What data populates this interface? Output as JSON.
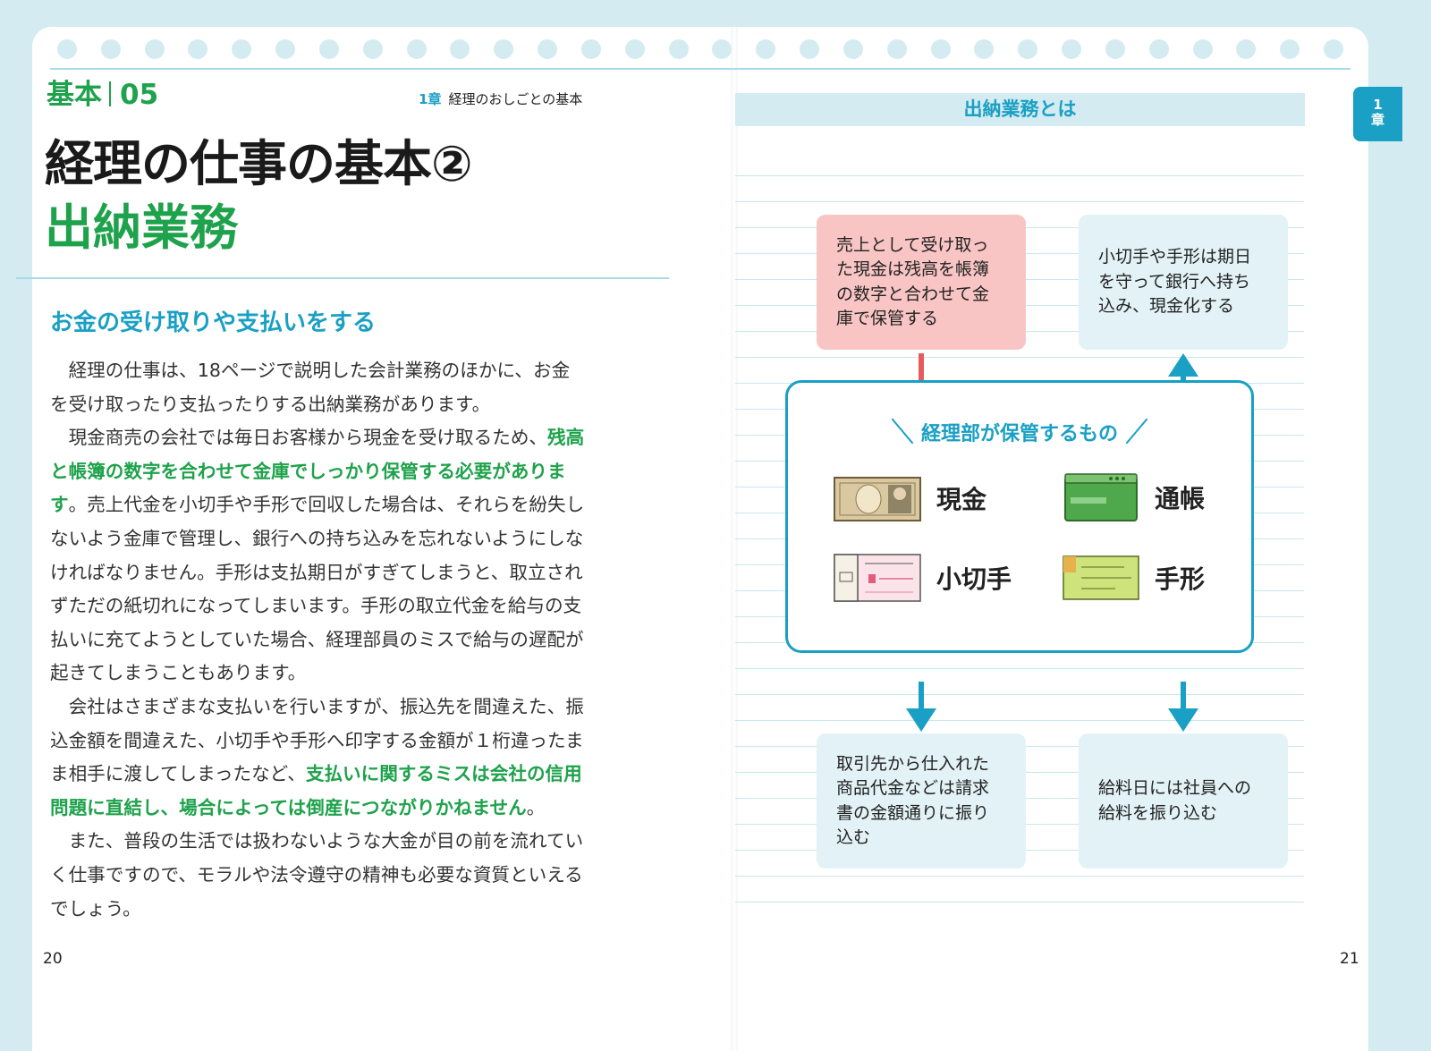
{
  "left_page": {
    "label": "基本",
    "number": "05",
    "chapter_no": "1章",
    "chapter_title": "経理のおしごとの基本",
    "title": "経理の仕事の基本②",
    "subtitle": "出納業務",
    "section_heading": "お金の受け取りや支払いをする",
    "paragraphs": [
      [
        [
          {
            "t": "　経理の仕事は、18ページで説明した会計業務のほかに、お金"
          }
        ],
        [
          {
            "t": "を受け取ったり支払ったりする出納業務があります。"
          }
        ]
      ],
      [
        [
          {
            "t": "　現金商売の会社では毎日お客様から現金を受け取るため、"
          },
          {
            "t": "残高",
            "hl": true
          }
        ],
        [
          {
            "t": "と帳簿の数字を合わせて金庫でしっかり保管する必要がありま",
            "hl": true
          }
        ],
        [
          {
            "t": "す",
            "hl": true
          },
          {
            "t": "。売上代金を小切手や手形で回収した場合は、それらを紛失し"
          }
        ],
        [
          {
            "t": "ないよう金庫で管理し、銀行への持ち込みを忘れないようにしな"
          }
        ],
        [
          {
            "t": "ければなりません。手形は支払期日がすぎてしまうと、取立され"
          }
        ],
        [
          {
            "t": "ずただの紙切れになってしまいます。手形の取立代金を給与の支"
          }
        ],
        [
          {
            "t": "払いに充てようとしていた場合、経理部員のミスで給与の遅配が"
          }
        ],
        [
          {
            "t": "起きてしまうこともあります。"
          }
        ]
      ],
      [
        [
          {
            "t": "　会社はさまざまな支払いを行いますが、振込先を間違えた、振"
          }
        ],
        [
          {
            "t": "込金額を間違えた、小切手や手形へ印字する金額が１桁違ったま"
          }
        ],
        [
          {
            "t": "ま相手に渡してしまったなど、"
          },
          {
            "t": "支払いに関するミスは会社の信用",
            "hl": true
          }
        ],
        [
          {
            "t": "問題に直結し、場合によっては倒産につながりかねません",
            "hl": true
          },
          {
            "t": "。"
          }
        ]
      ],
      [
        [
          {
            "t": "　また、普段の生活では扱わないような大金が目の前を流れてい"
          }
        ],
        [
          {
            "t": "く仕事ですので、モラルや法令遵守の精神も必要な資質といえる"
          }
        ],
        [
          {
            "t": "でしょう。"
          }
        ]
      ]
    ],
    "page_number": "20"
  },
  "right_page": {
    "side_tab": [
      "1",
      "章"
    ],
    "diagram_title": "出納業務とは",
    "box_top_left": [
      "売上として受け取っ",
      "た現金は残高を帳簿",
      "の数字と合わせて金",
      "庫で保管する"
    ],
    "box_top_right": [
      "小切手や手形は期日",
      "を守って銀行へ持ち",
      "込み、現金化する"
    ],
    "frame_heading": "経理部が保管するもの",
    "items": [
      {
        "label": "現金",
        "icon": "banknote-icon"
      },
      {
        "label": "通帳",
        "icon": "passbook-icon"
      },
      {
        "label": "小切手",
        "icon": "check-icon"
      },
      {
        "label": "手形",
        "icon": "promissory-note-icon"
      }
    ],
    "box_bottom_left": [
      "取引先から仕入れた",
      "商品代金などは請求",
      "書の金額通りに振り",
      "込む"
    ],
    "box_bottom_right": [
      "給料日には社員への",
      "給料を振り込む"
    ],
    "page_number": "21"
  },
  "colors": {
    "accent_teal": "#1aa0c4",
    "accent_green": "#1ea24b",
    "pink_box": "#f8c5c4",
    "blue_box": "#e3f2f6",
    "background": "#d4ebf1"
  }
}
